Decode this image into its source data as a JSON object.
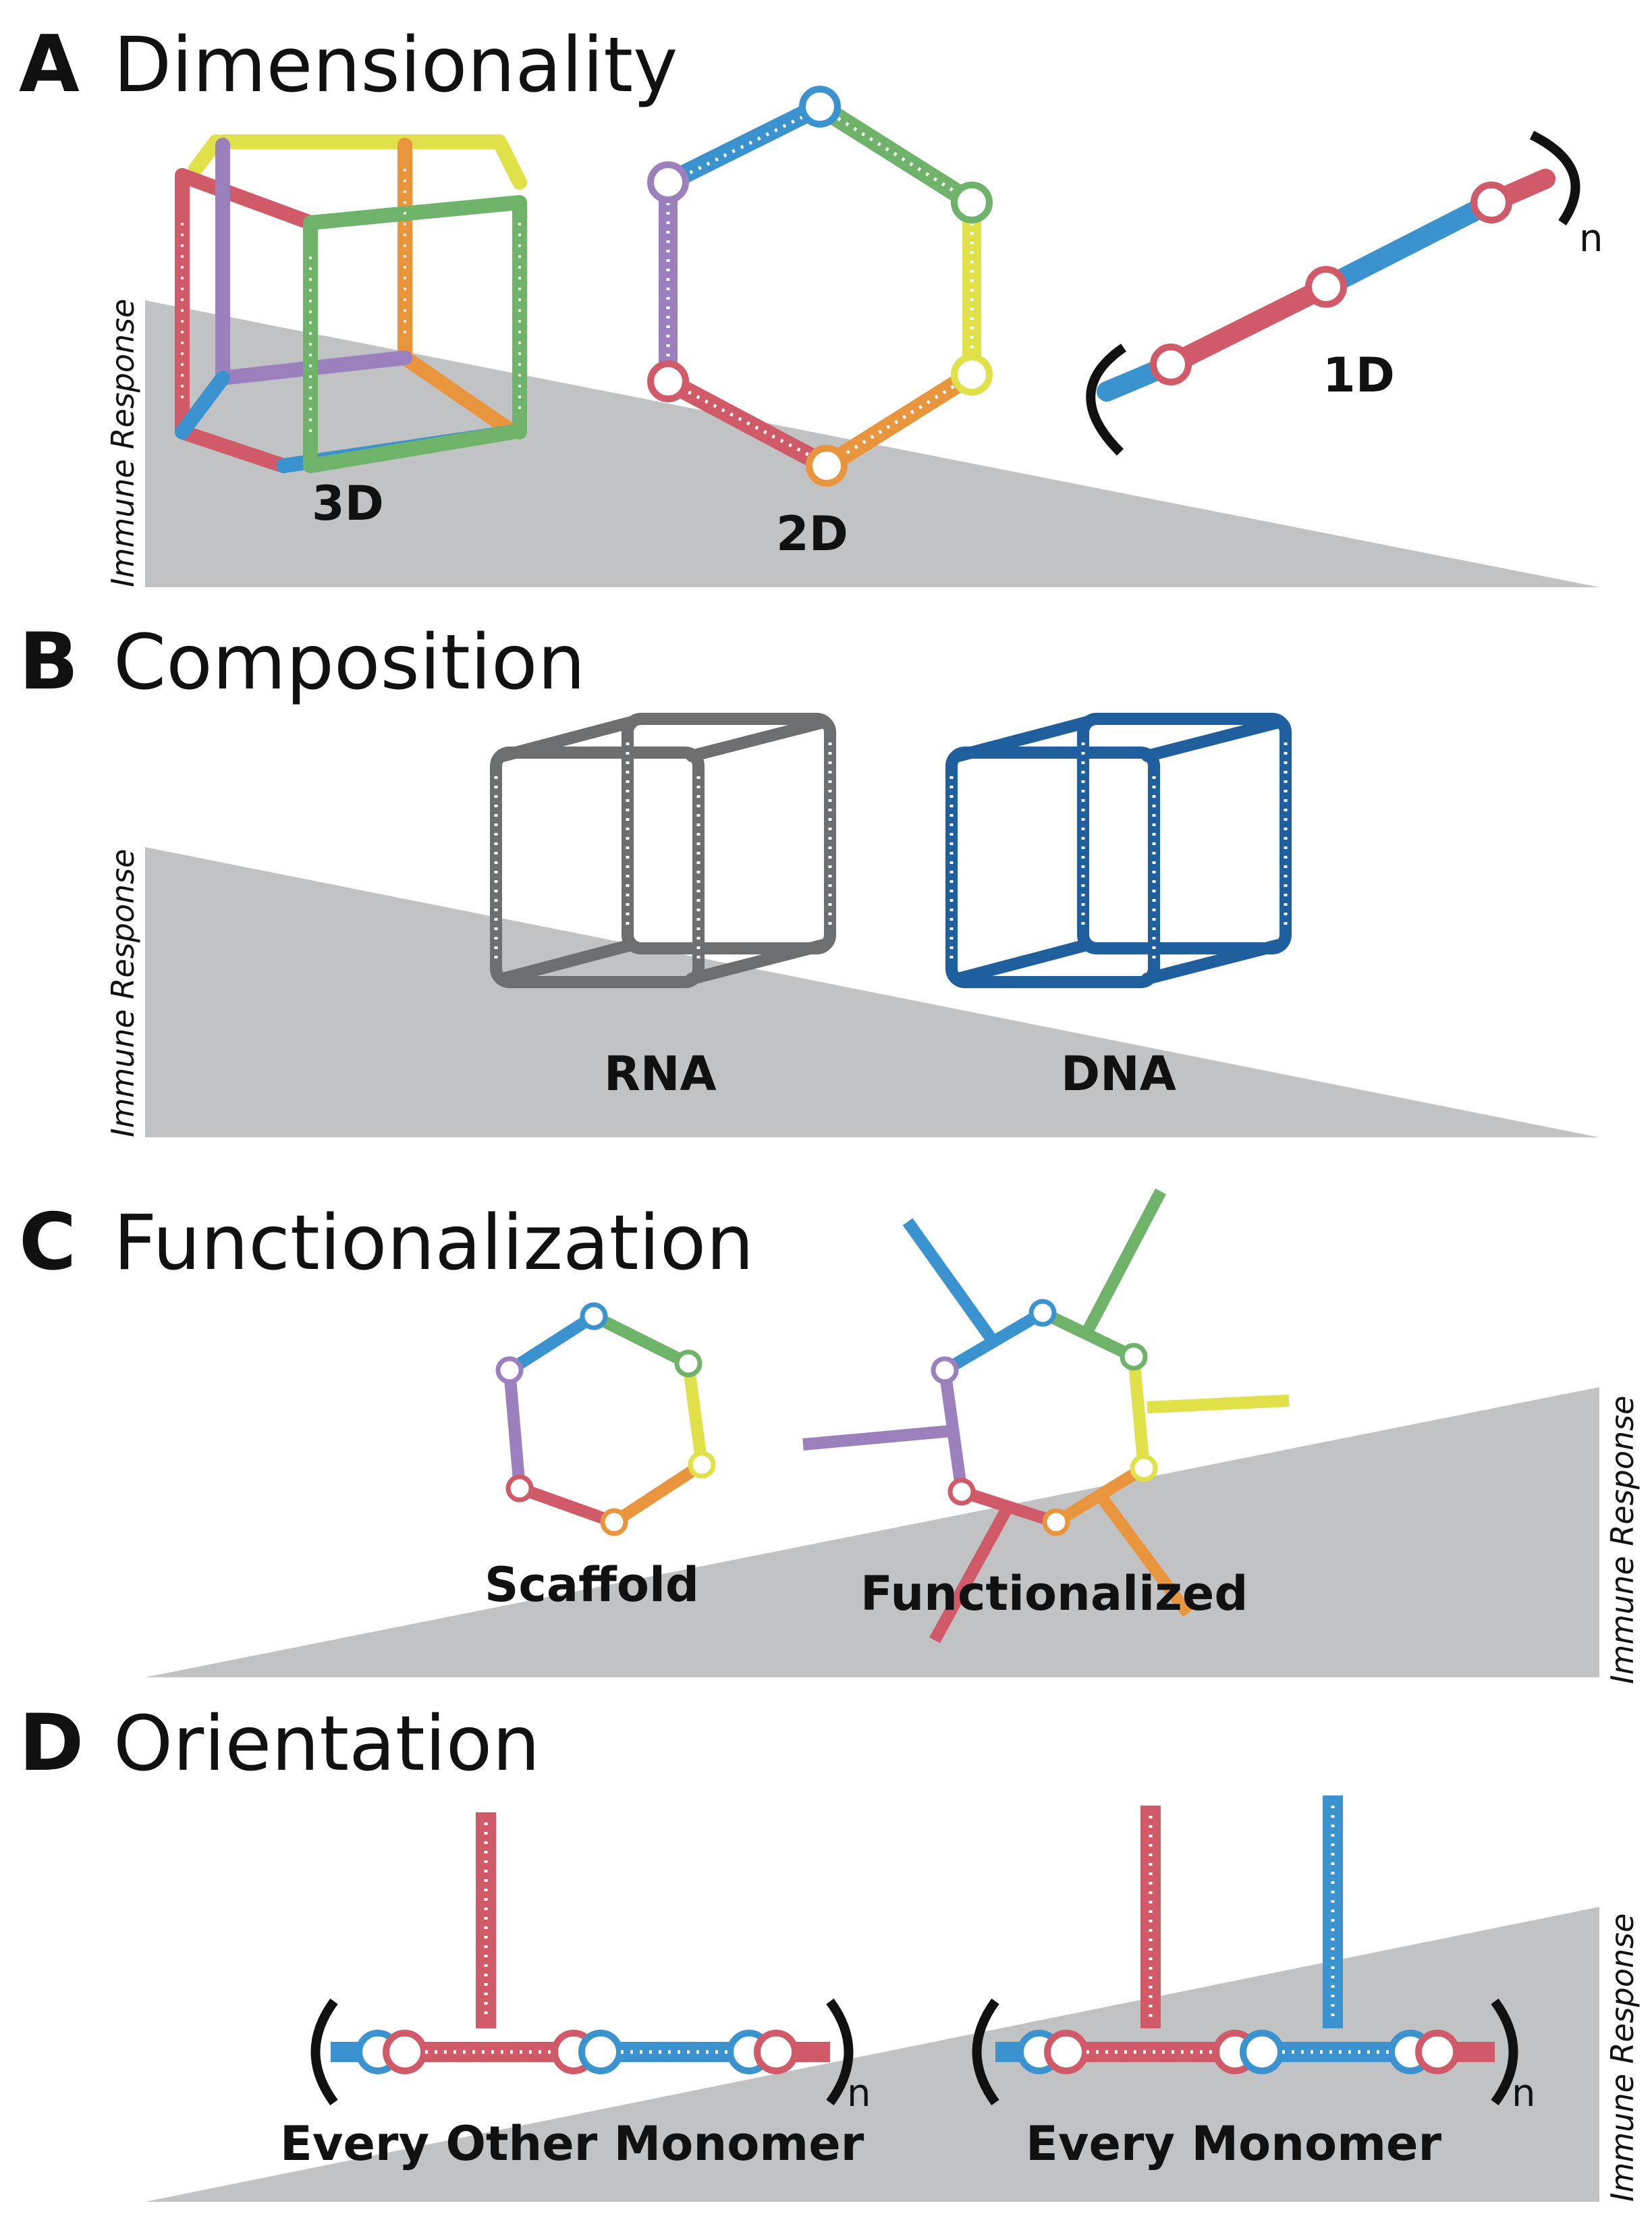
{
  "panels": {
    "a": {
      "letter": "A",
      "title": "Dimensionality",
      "axis_label": "Immune Response",
      "labels": {
        "d3": "3D",
        "d2": "2D",
        "d1": "1D",
        "n": "n"
      }
    },
    "b": {
      "letter": "B",
      "title": "Composition",
      "axis_label": "Immune Response",
      "labels": {
        "rna": "RNA",
        "dna": "DNA"
      }
    },
    "c": {
      "letter": "C",
      "title": "Functionalization",
      "axis_label": "Immune Response",
      "labels": {
        "scaffold": "Scaffold",
        "functionalized": "Functionalized"
      }
    },
    "d": {
      "letter": "D",
      "title": "Orientation",
      "axis_label": "Immune Response",
      "labels": {
        "every_other": "Every Other Monomer",
        "every": "Every Monomer",
        "n": "n"
      }
    }
  },
  "colors": {
    "blue": "#3a93cf",
    "green": "#6fb36a",
    "yellow": "#e0e048",
    "orange": "#e8953e",
    "red": "#d05a67",
    "purple": "#9c80bd",
    "gray": "#6d6e70",
    "dna_blue": "#1f5f9e",
    "wedge": "#c1c2c4"
  }
}
